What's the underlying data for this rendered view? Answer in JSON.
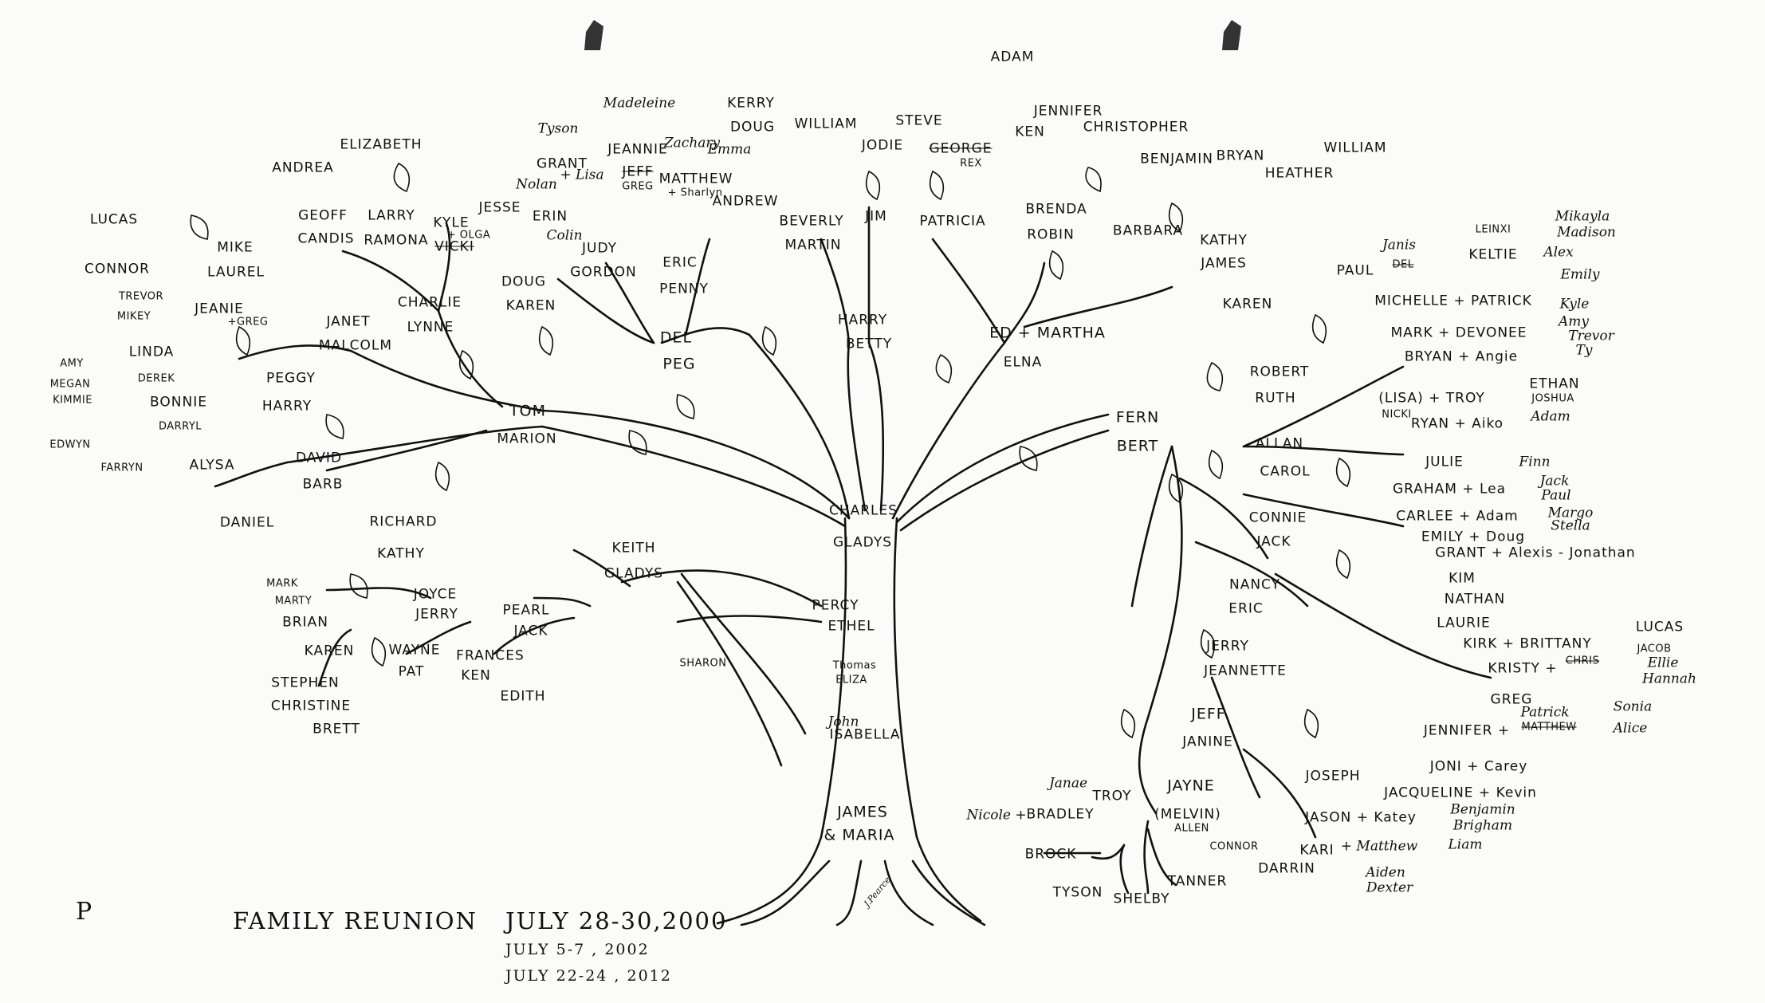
{
  "footer": {
    "corner_letter": "P",
    "title": "FAMILY REUNION",
    "date1": "JULY 28-30,2000",
    "date2": "JULY  5-7 , 2002",
    "date3": "JULY  22-24 , 2012",
    "signature": "J.Pearce"
  },
  "labels": [
    {
      "id": "adam-top",
      "t": "ADAM"
    },
    {
      "id": "jennifer-ken",
      "t": "JENNIFER"
    },
    {
      "id": "ken",
      "t": "KEN"
    },
    {
      "id": "christopher",
      "t": "CHRISTOPHER"
    },
    {
      "id": "brenda",
      "t": "BRENDA"
    },
    {
      "id": "robin",
      "t": "ROBIN"
    },
    {
      "id": "ed-martha",
      "t": "ED + MARTHA"
    },
    {
      "id": "elna",
      "t": "ELNA"
    },
    {
      "id": "benjamin",
      "t": "BENJAMIN"
    },
    {
      "id": "bryan",
      "t": "BRYAN"
    },
    {
      "id": "william-r",
      "t": "WILLIAM"
    },
    {
      "id": "heather",
      "t": "HEATHER"
    },
    {
      "id": "barbara",
      "t": "BARBARA"
    },
    {
      "id": "kathy-ed",
      "t": "KATHY"
    },
    {
      "id": "james-ed",
      "t": "JAMES"
    },
    {
      "id": "karen-ed",
      "t": "KAREN"
    },
    {
      "id": "kerry",
      "t": "KERRY"
    },
    {
      "id": "doug-top",
      "t": "DOUG"
    },
    {
      "id": "william-h",
      "t": "WILLIAM"
    },
    {
      "id": "steve",
      "t": "STEVE"
    },
    {
      "id": "jodie",
      "t": "JODIE"
    },
    {
      "id": "george",
      "t": "GEORGE"
    },
    {
      "id": "rex",
      "t": "REX"
    },
    {
      "id": "beverly",
      "t": "BEVERLY"
    },
    {
      "id": "martin",
      "t": "MARTIN"
    },
    {
      "id": "jim",
      "t": "JIM"
    },
    {
      "id": "patricia",
      "t": "PATRICIA"
    },
    {
      "id": "harry-betty",
      "t": "HARRY"
    },
    {
      "id": "betty",
      "t": "BETTY"
    },
    {
      "id": "madeleine",
      "t": "Madeleine"
    },
    {
      "id": "tyson-top",
      "t": "Tyson"
    },
    {
      "id": "grant-top",
      "t": "GRANT"
    },
    {
      "id": "lisa-top",
      "t": "+ Lisa"
    },
    {
      "id": "nolan",
      "t": "Nolan"
    },
    {
      "id": "jeannie",
      "t": "JEANNIE"
    },
    {
      "id": "jeff-strike",
      "t": "JEFF"
    },
    {
      "id": "greg-top",
      "t": "GREG"
    },
    {
      "id": "zachary",
      "t": "Zachary"
    },
    {
      "id": "emma",
      "t": "Emma"
    },
    {
      "id": "matthew-top",
      "t": "MATTHEW"
    },
    {
      "id": "sharlyn",
      "t": "+ Sharlyn"
    },
    {
      "id": "andrew",
      "t": "ANDREW"
    },
    {
      "id": "jesse",
      "t": "JESSE"
    },
    {
      "id": "erin",
      "t": "ERIN"
    },
    {
      "id": "colin",
      "t": "Colin"
    },
    {
      "id": "judy",
      "t": "JUDY"
    },
    {
      "id": "gordon",
      "t": "GORDON"
    },
    {
      "id": "eric-top",
      "t": "ERIC"
    },
    {
      "id": "penny",
      "t": "PENNY"
    },
    {
      "id": "doug-karen",
      "t": "DOUG"
    },
    {
      "id": "karen-doug",
      "t": "KAREN"
    },
    {
      "id": "del",
      "t": "DEL"
    },
    {
      "id": "peg",
      "t": "PEG"
    },
    {
      "id": "andrea",
      "t": "ANDREA"
    },
    {
      "id": "elizabeth",
      "t": "ELIZABETH"
    },
    {
      "id": "geoff",
      "t": "GEOFF"
    },
    {
      "id": "candis",
      "t": "CANDIS"
    },
    {
      "id": "larry",
      "t": "LARRY"
    },
    {
      "id": "ramona",
      "t": "RAMONA"
    },
    {
      "id": "kyle-top",
      "t": "KYLE"
    },
    {
      "id": "olga",
      "t": "+ OLGA"
    },
    {
      "id": "vicki",
      "t": "VICKI"
    },
    {
      "id": "lucas-l",
      "t": "LUCAS"
    },
    {
      "id": "connor-l",
      "t": "CONNOR"
    },
    {
      "id": "mike",
      "t": "MIKE"
    },
    {
      "id": "laurel",
      "t": "LAUREL"
    },
    {
      "id": "charlie",
      "t": "CHARLIE"
    },
    {
      "id": "lynne",
      "t": "LYNNE"
    },
    {
      "id": "janet",
      "t": "JANET"
    },
    {
      "id": "malcolm",
      "t": "MALCOLM"
    },
    {
      "id": "trevor-l",
      "t": "TREVOR"
    },
    {
      "id": "mikey",
      "t": "MIKEY"
    },
    {
      "id": "jeanie",
      "t": "JEANIE"
    },
    {
      "id": "greg-l",
      "t": "+GREG"
    },
    {
      "id": "amy-l",
      "t": "AMY"
    },
    {
      "id": "linda",
      "t": "LINDA"
    },
    {
      "id": "derek",
      "t": "DEREK"
    },
    {
      "id": "megan",
      "t": "MEGAN"
    },
    {
      "id": "kimmie",
      "t": "KIMMIE"
    },
    {
      "id": "peggy",
      "t": "PEGGY"
    },
    {
      "id": "harry-peggy",
      "t": "HARRY"
    },
    {
      "id": "bonnie",
      "t": "BONNIE"
    },
    {
      "id": "darryl",
      "t": "DARRYL"
    },
    {
      "id": "edwyn",
      "t": "EDWYN"
    },
    {
      "id": "farryn",
      "t": "FARRYN"
    },
    {
      "id": "alysa",
      "t": "ALYSA"
    },
    {
      "id": "david",
      "t": "DAVID"
    },
    {
      "id": "barb",
      "t": "BARB"
    },
    {
      "id": "daniel",
      "t": "DANIEL"
    },
    {
      "id": "tom",
      "t": "TOM"
    },
    {
      "id": "marion",
      "t": "MARION"
    },
    {
      "id": "richard",
      "t": "RICHARD"
    },
    {
      "id": "kathy-r",
      "t": "KATHY"
    },
    {
      "id": "charles",
      "t": "CHARLES"
    },
    {
      "id": "gladys-c",
      "t": "GLADYS"
    },
    {
      "id": "keith",
      "t": "KEITH"
    },
    {
      "id": "gladys-k",
      "t": "GLADYS"
    },
    {
      "id": "percy",
      "t": "PERCY"
    },
    {
      "id": "ethel",
      "t": "ETHEL"
    },
    {
      "id": "thomas",
      "t": "Thomas"
    },
    {
      "id": "eliza",
      "t": "ELIZA"
    },
    {
      "id": "sharon",
      "t": "SHARON"
    },
    {
      "id": "john",
      "t": "John"
    },
    {
      "id": "isabella",
      "t": "ISABELLA"
    },
    {
      "id": "james-maria",
      "t": "JAMES"
    },
    {
      "id": "maria",
      "t": "& MARIA"
    },
    {
      "id": "mark-l",
      "t": "MARK"
    },
    {
      "id": "marty",
      "t": "MARTY"
    },
    {
      "id": "brian",
      "t": "BRIAN"
    },
    {
      "id": "karen-l",
      "t": "KAREN"
    },
    {
      "id": "joyce",
      "t": "JOYCE"
    },
    {
      "id": "jerry-l",
      "t": "JERRY"
    },
    {
      "id": "pearl",
      "t": "PEARL"
    },
    {
      "id": "jack-pearl",
      "t": "JACK"
    },
    {
      "id": "wayne",
      "t": "WAYNE"
    },
    {
      "id": "pat",
      "t": "PAT"
    },
    {
      "id": "frances",
      "t": "FRANCES"
    },
    {
      "id": "ken-l",
      "t": "KEN"
    },
    {
      "id": "edith",
      "t": "EDITH"
    },
    {
      "id": "stephen",
      "t": "STEPHEN"
    },
    {
      "id": "christine",
      "t": "CHRISTINE"
    },
    {
      "id": "brett",
      "t": "BRETT"
    },
    {
      "id": "fern",
      "t": "FERN"
    },
    {
      "id": "bert",
      "t": "BERT"
    },
    {
      "id": "robert",
      "t": "ROBERT"
    },
    {
      "id": "ruth",
      "t": "RUTH"
    },
    {
      "id": "allan",
      "t": "ALLAN"
    },
    {
      "id": "carol",
      "t": "CAROL"
    },
    {
      "id": "connie",
      "t": "CONNIE"
    },
    {
      "id": "jack-connie",
      "t": "JACK"
    },
    {
      "id": "nancy",
      "t": "NANCY"
    },
    {
      "id": "eric-r",
      "t": "ERIC"
    },
    {
      "id": "jerry-r",
      "t": "JERRY"
    },
    {
      "id": "jeannette",
      "t": "JEANNETTE"
    },
    {
      "id": "jeff-r",
      "t": "JEFF"
    },
    {
      "id": "janine",
      "t": "JANINE"
    },
    {
      "id": "jayne",
      "t": "JAYNE"
    },
    {
      "id": "melvin",
      "t": "(MELVIN)"
    },
    {
      "id": "allen",
      "t": "ALLEN"
    },
    {
      "id": "paul",
      "t": "PAUL"
    },
    {
      "id": "janis",
      "t": "Janis"
    },
    {
      "id": "del-strike",
      "t": "DEL"
    },
    {
      "id": "leinxi",
      "t": "LEINXI"
    },
    {
      "id": "keltie",
      "t": "KELTIE"
    },
    {
      "id": "mikayla",
      "t": "Mikayla"
    },
    {
      "id": "madison",
      "t": "Madison"
    },
    {
      "id": "alex",
      "t": "Alex"
    },
    {
      "id": "emily-r",
      "t": "Emily"
    },
    {
      "id": "michelle",
      "t": "MICHELLE + PATRICK"
    },
    {
      "id": "mark-r",
      "t": "MARK + DEVONEE"
    },
    {
      "id": "kyle-r",
      "t": "Kyle"
    },
    {
      "id": "amy-r",
      "t": "Amy"
    },
    {
      "id": "trevor-r",
      "t": "Trevor"
    },
    {
      "id": "ty",
      "t": "Ty"
    },
    {
      "id": "bryan-angie",
      "t": "BRYAN + Angie"
    },
    {
      "id": "lisa-troy",
      "t": "(LISA) + TROY"
    },
    {
      "id": "nicki",
      "t": "NICKI"
    },
    {
      "id": "ethan",
      "t": "ETHAN"
    },
    {
      "id": "joshua",
      "t": "JOSHUA"
    },
    {
      "id": "adam-r",
      "t": "Adam"
    },
    {
      "id": "ryan",
      "t": "RYAN + Aiko"
    },
    {
      "id": "julie",
      "t": "JULIE"
    },
    {
      "id": "graham",
      "t": "GRAHAM + Lea"
    },
    {
      "id": "finn",
      "t": "Finn"
    },
    {
      "id": "carlee",
      "t": "CARLEE + Adam"
    },
    {
      "id": "jack-s",
      "t": "Jack"
    },
    {
      "id": "paul-s",
      "t": "Paul"
    },
    {
      "id": "emily-doug",
      "t": "EMILY + Doug"
    },
    {
      "id": "margo",
      "t": "Margo"
    },
    {
      "id": "stella",
      "t": "Stella"
    },
    {
      "id": "grant-r",
      "t": "GRANT + Alexis - Jonathan"
    },
    {
      "id": "kim",
      "t": "KIM"
    },
    {
      "id": "nathan",
      "t": "NATHAN"
    },
    {
      "id": "laurie",
      "t": "LAURIE"
    },
    {
      "id": "kirk",
      "t": "KIRK + BRITTANY"
    },
    {
      "id": "lucas-r",
      "t": "LUCAS"
    },
    {
      "id": "jacob",
      "t": "JACOB"
    },
    {
      "id": "ellie",
      "t": "Ellie"
    },
    {
      "id": "hannah",
      "t": "Hannah"
    },
    {
      "id": "kristy",
      "t": "KRISTY +"
    },
    {
      "id": "chris",
      "t": "CHRIS"
    },
    {
      "id": "greg-r",
      "t": "GREG"
    },
    {
      "id": "jennifer-r",
      "t": "JENNIFER +"
    },
    {
      "id": "patrick-r",
      "t": "Patrick"
    },
    {
      "id": "matthew-strike",
      "t": "MATTHEW"
    },
    {
      "id": "sonia",
      "t": "Sonia"
    },
    {
      "id": "alice",
      "t": "Alice"
    },
    {
      "id": "joseph",
      "t": "JOSEPH"
    },
    {
      "id": "joni",
      "t": "JONI + Carey"
    },
    {
      "id": "jacqueline",
      "t": "JACQUELINE + Kevin"
    },
    {
      "id": "jason",
      "t": "JASON + Katey"
    },
    {
      "id": "benjamin-r",
      "t": "Benjamin"
    },
    {
      "id": "brigham",
      "t": "Brigham"
    },
    {
      "id": "liam",
      "t": "Liam"
    },
    {
      "id": "janae",
      "t": "Janae"
    },
    {
      "id": "troy-b",
      "t": "TROY"
    },
    {
      "id": "nicole",
      "t": "Nicole +"
    },
    {
      "id": "bradley",
      "t": "BRADLEY"
    },
    {
      "id": "brock",
      "t": "BROCK"
    },
    {
      "id": "tyson-b",
      "t": "TYSON"
    },
    {
      "id": "shelby",
      "t": "SHELBY"
    },
    {
      "id": "tanner",
      "t": "TANNER"
    },
    {
      "id": "connor-b",
      "t": "CONNOR"
    },
    {
      "id": "darrin",
      "t": "DARRIN"
    },
    {
      "id": "kari",
      "t": "KARI"
    },
    {
      "id": "matthew-b",
      "t": "+ Matthew"
    },
    {
      "id": "aiden",
      "t": "Aiden"
    },
    {
      "id": "dexter",
      "t": "Dexter"
    }
  ]
}
